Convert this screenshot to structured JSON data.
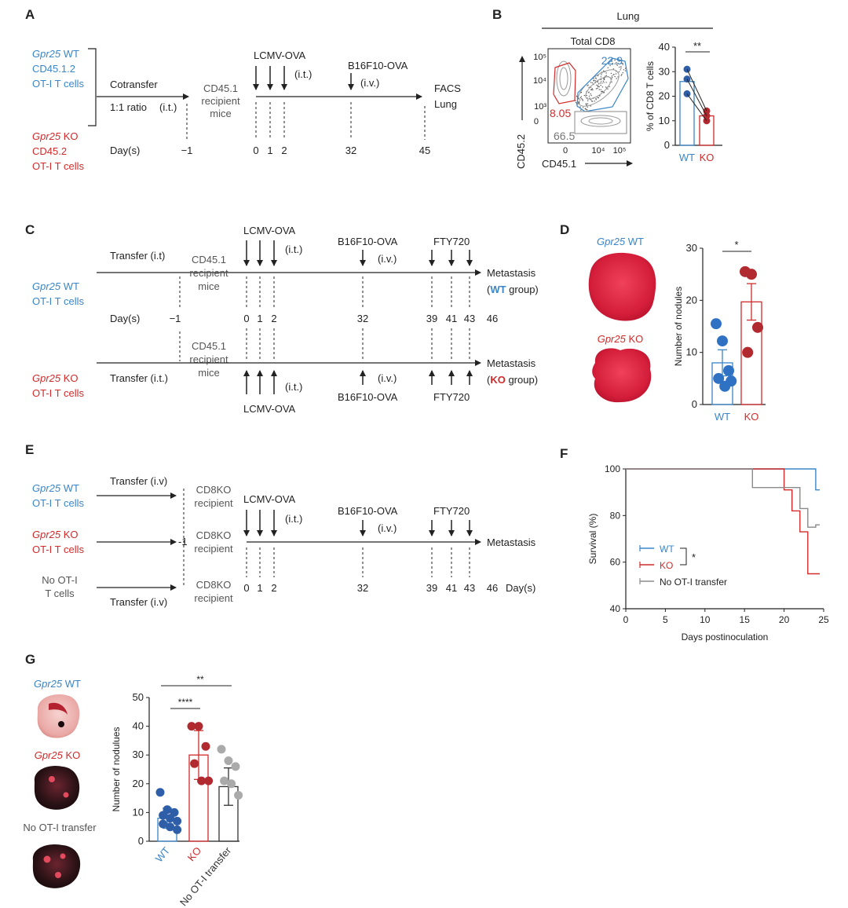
{
  "colors": {
    "wt": "#3a86c8",
    "ko": "#d12b2b",
    "gray": "#8a8a8a",
    "dark": "#222222",
    "wtdark": "#2f5ea8",
    "kodark": "#b02a2f"
  },
  "panel_letters": {
    "a": "A",
    "b": "B",
    "c": "C",
    "d": "D",
    "e": "E",
    "f": "F",
    "g": "G"
  },
  "panelA": {
    "wt_gene": "Gpr25",
    "wt_suffix": " WT",
    "wt_line2": "CD45.1.2",
    "wt_line3": "OT-I T cells",
    "ko_gene": "Gpr25",
    "ko_suffix": " KO",
    "ko_line2": "CD45.2",
    "ko_line3": "OT-I T cells",
    "cotransfer": "Cotransfer",
    "ratio": "1:1 ratio",
    "it": "(i.t.)",
    "recipient": [
      "CD45.1",
      "recipient",
      "mice"
    ],
    "lcmv": "LCMV-OVA",
    "lcmv_it": "(i.t.)",
    "b16": "B16F10-OVA",
    "b16_iv": "(i.v.)",
    "facs": "FACS",
    "lung": "Lung",
    "days_label": "Day(s)",
    "days": [
      "−1",
      "0",
      "1",
      "2",
      "32",
      "45"
    ]
  },
  "panelB": {
    "header": "Lung",
    "plot_title": "Total CD8",
    "y_axis": "CD45.2",
    "x_axis": "CD45.1",
    "y_ticks": [
      "10⁵",
      "10⁴",
      "10³",
      "0"
    ],
    "x_ticks": [
      "0",
      "10⁴",
      "10⁵"
    ],
    "gate_ko": "8.05",
    "gate_wt": "22.9",
    "gate_neg": "66.5",
    "bar_ylabel": "% of CD8 T cells",
    "sig": "**"
  },
  "panelC": {
    "transfer_wt": "Transfer (i.t)",
    "transfer_ko": "Transfer (i.t.)",
    "wt_gene": "Gpr25",
    "wt_suffix": " WT",
    "wt_line2": "OT-I T cells",
    "ko_gene": "Gpr25",
    "ko_suffix": " KO",
    "ko_line2": "OT-I T cells",
    "recipient": [
      "CD45.1",
      "recipient",
      "mice"
    ],
    "lcmv": "LCMV-OVA",
    "it": "(i.t.)",
    "b16": "B16F10-OVA",
    "iv": "(i.v.)",
    "fty": "FTY720",
    "metastasis": "Metastasis",
    "group_open": "(",
    "wt_group": "WT",
    "ko_group": "KO",
    "group_close": " group)",
    "days_label": "Day(s)",
    "days": [
      "−1",
      "0",
      "1",
      "2",
      "32",
      "39",
      "41",
      "43",
      "46"
    ]
  },
  "panelD": {
    "wt_gene": "Gpr25",
    "wt_suffix": " WT",
    "ko_gene": "Gpr25",
    "ko_suffix": " KO",
    "ylabel": "Number of nodules",
    "sig": "*"
  },
  "panelE": {
    "transfer1": "Transfer (i.v)",
    "transfer3": "Transfer (i.v)",
    "wt_gene": "Gpr25",
    "wt_suffix": " WT",
    "wt_line2": "OT-I T cells",
    "ko_gene": "Gpr25",
    "ko_suffix": " KO",
    "ko_line2": "OT-I T cells",
    "none_line1": "No OT-I",
    "none_line2": "T cells",
    "cd8ko": "CD8KO",
    "recipient": "recipient",
    "minus1": "-1",
    "lcmv": "LCMV-OVA",
    "it": "(i.t.)",
    "b16": "B16F10-OVA",
    "iv": "(i.v.)",
    "fty": "FTY720",
    "metastasis": "Metastasis",
    "days_label": "Day(s)",
    "days": [
      "0",
      "1",
      "2",
      "32",
      "39",
      "41",
      "43",
      "46"
    ]
  },
  "panelF": {
    "ylabel": "Survival (%)",
    "xlabel": "Days postinoculation",
    "legend": [
      "WT",
      "KO",
      "No OT-I transfer"
    ],
    "sig": "*"
  },
  "panelG": {
    "wt_gene": "Gpr25",
    "wt_suffix": " WT",
    "ko_gene": "Gpr25",
    "ko_suffix": " KO",
    "none": "No OT-I transfer",
    "ylabel": "Number of nodulues",
    "sig1": "****",
    "sig2": "**"
  },
  "chart_data": [
    {
      "id": "B-bar",
      "type": "bar",
      "categories": [
        "WT",
        "KO"
      ],
      "values": [
        26,
        12
      ],
      "points": {
        "WT": [
          31,
          27,
          21
        ],
        "KO": [
          14,
          12,
          10
        ]
      },
      "pairs": [
        [
          31,
          14
        ],
        [
          27,
          12
        ],
        [
          21,
          10
        ]
      ],
      "ylabel": "% of CD8 T cells",
      "ylim": [
        0,
        40
      ],
      "yticks": [
        0,
        10,
        20,
        30,
        40
      ]
    },
    {
      "id": "D-bar",
      "type": "bar",
      "categories": [
        "WT",
        "KO"
      ],
      "values": [
        8,
        19.7
      ],
      "sem": [
        2.5,
        3.5
      ],
      "points": {
        "WT": [
          15.5,
          12.2,
          6.5,
          5,
          3.5,
          4.5
        ],
        "KO": [
          25.5,
          25,
          14.8,
          10
        ]
      },
      "ylabel": "Number of nodules",
      "ylim": [
        0,
        30
      ],
      "yticks": [
        0,
        10,
        20,
        30
      ]
    },
    {
      "id": "F-survival",
      "type": "line",
      "xlabel": "Days postinoculation",
      "ylabel": "Survival (%)",
      "xlim": [
        0,
        25
      ],
      "ylim": [
        40,
        100
      ],
      "xticks": [
        0,
        5,
        10,
        15,
        20,
        25
      ],
      "yticks": [
        40,
        60,
        80,
        100
      ],
      "series": [
        {
          "name": "WT",
          "x": [
            0,
            24,
            24,
            24.5
          ],
          "y": [
            100,
            100,
            91,
            91
          ]
        },
        {
          "name": "KO",
          "x": [
            0,
            20,
            20,
            21,
            21,
            22,
            22,
            23,
            23,
            24.5
          ],
          "y": [
            100,
            100,
            91,
            91,
            82,
            82,
            73,
            73,
            55,
            55
          ]
        },
        {
          "name": "No OT-I transfer",
          "x": [
            0,
            16,
            16,
            22,
            22,
            23,
            23,
            24,
            24,
            24.5
          ],
          "y": [
            100,
            100,
            92,
            92,
            83,
            83,
            75,
            75,
            76,
            76
          ]
        }
      ]
    },
    {
      "id": "G-bar",
      "type": "bar",
      "categories": [
        "WT",
        "KO",
        "No OT-I transfer"
      ],
      "values": [
        8,
        30,
        19
      ],
      "sd": [
        3.5,
        8.5,
        6.5
      ],
      "points": {
        "WT": [
          17,
          11,
          10,
          9,
          8,
          7,
          6,
          5,
          4
        ],
        "KO": [
          40,
          40,
          33,
          27,
          21,
          21
        ],
        "No OT-I transfer": [
          32,
          28,
          26,
          21,
          20,
          16
        ]
      },
      "ylabel": "Number of nodulues",
      "ylim": [
        0,
        50
      ],
      "yticks": [
        0,
        10,
        20,
        30,
        40,
        50
      ]
    }
  ]
}
